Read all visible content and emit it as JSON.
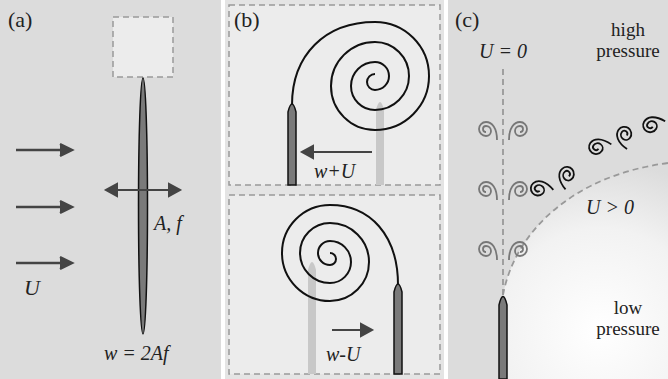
{
  "diagram": {
    "labels": [
      "(a)",
      "(b)",
      "(c)",
      "U = 0",
      "high pressure",
      "U",
      "A, f",
      "w = 2Af",
      "w+U",
      "w-U",
      "U > 0",
      "low pressure"
    ]
  }
}
